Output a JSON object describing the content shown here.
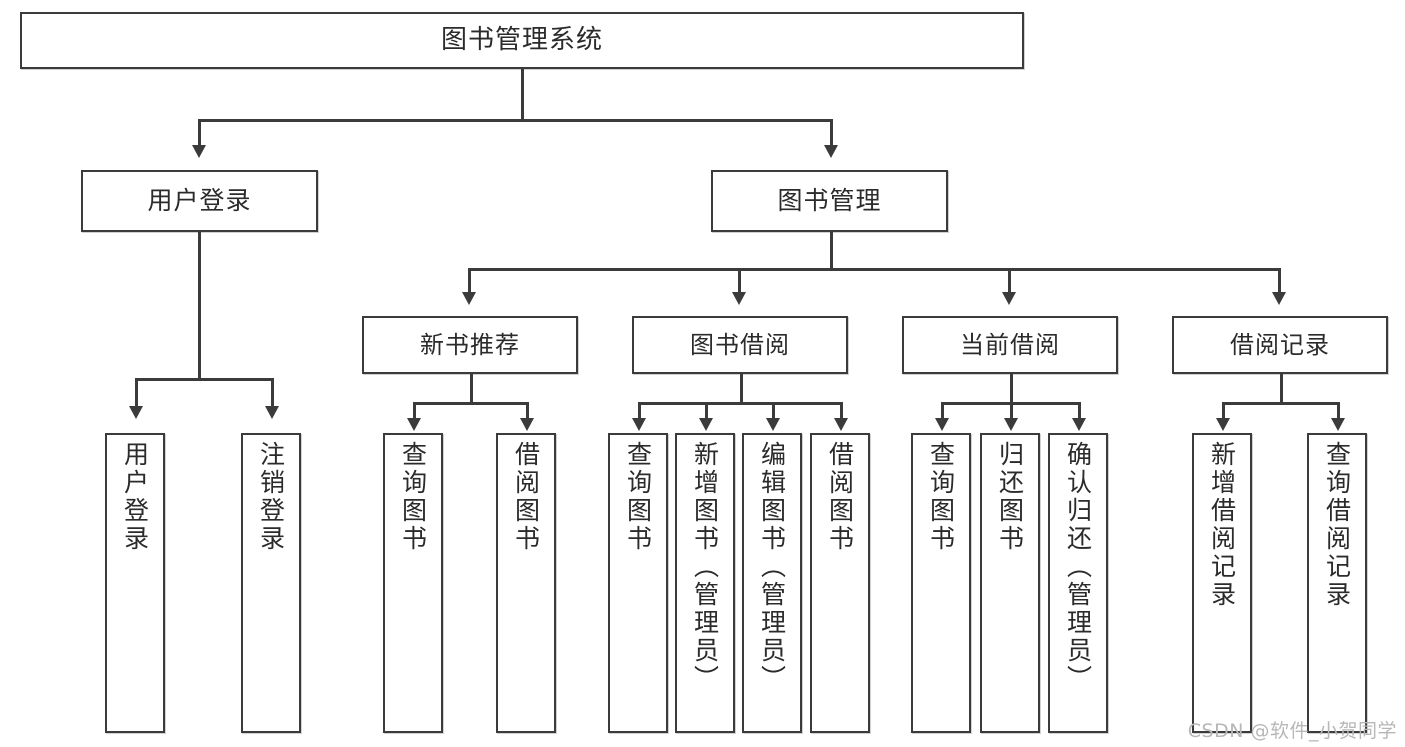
{
  "diagram": {
    "title": "图书管理系统",
    "type": "tree-hierarchy",
    "root": {
      "label": "图书管理系统"
    },
    "level2": [
      {
        "label": "用户登录"
      },
      {
        "label": "图书管理"
      }
    ],
    "level3": [
      {
        "label": "新书推荐"
      },
      {
        "label": "图书借阅"
      },
      {
        "label": "当前借阅"
      },
      {
        "label": "借阅记录"
      }
    ],
    "leaves": {
      "user_login": [
        {
          "label": "用户登录"
        },
        {
          "label": "注销登录"
        }
      ],
      "new_book_recommend": [
        {
          "label": "查询图书"
        },
        {
          "label": "借阅图书"
        }
      ],
      "book_borrow": [
        {
          "label": "查询图书"
        },
        {
          "label": "新增图书（管理员）"
        },
        {
          "label": "编辑图书（管理员）"
        },
        {
          "label": "借阅图书"
        }
      ],
      "current_borrow": [
        {
          "label": "查询图书"
        },
        {
          "label": "归还图书"
        },
        {
          "label": "确认归还（管理员）"
        }
      ],
      "borrow_record": [
        {
          "label": "新增借阅记录"
        },
        {
          "label": "查询借阅记录"
        }
      ]
    }
  },
  "watermark": {
    "text": "CSDN @软件_小贺同学"
  },
  "colors": {
    "stroke": "#3b3b3b",
    "background": "#ffffff",
    "text": "#2b2b2b",
    "watermark": "#b7b7b7"
  }
}
